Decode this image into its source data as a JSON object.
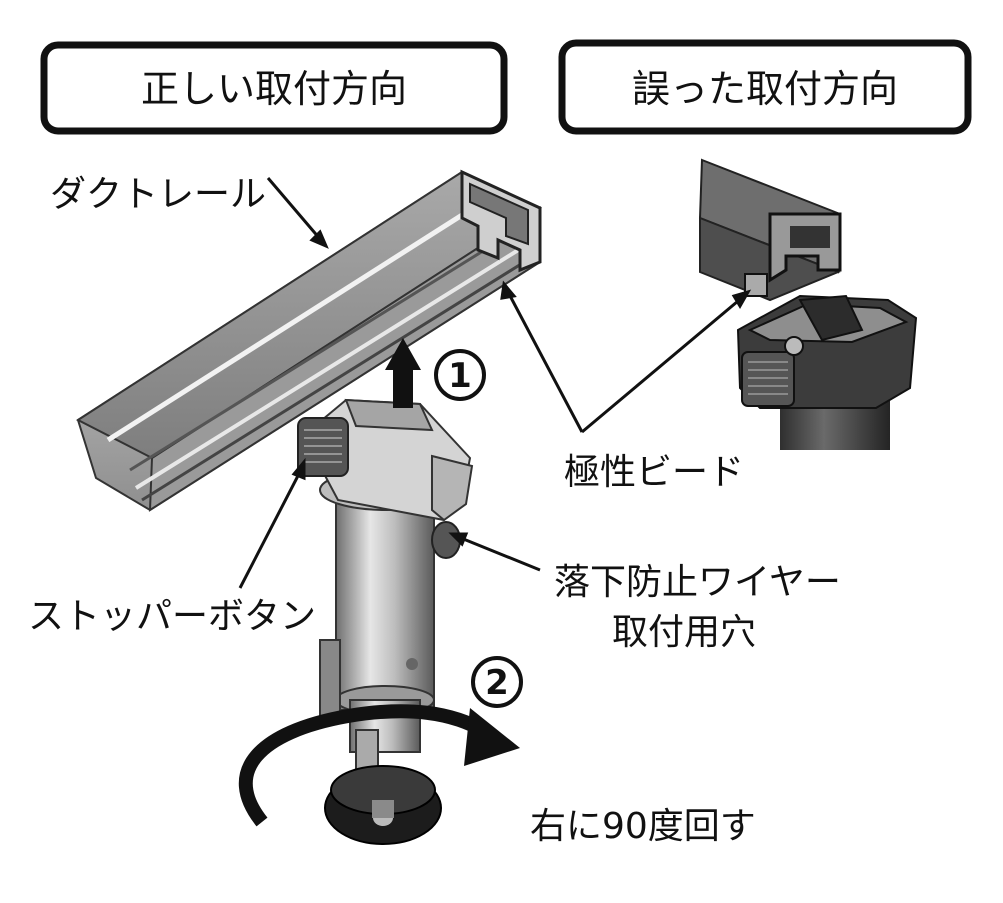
{
  "headers": {
    "correct": "正しい取付方向",
    "wrong": "誤った取付方向"
  },
  "labels": {
    "duct_rail": "ダクトレール",
    "polarity_bead": "極性ビード",
    "fall_wire_line1": "落下防止ワイヤー",
    "fall_wire_line2": "取付用穴",
    "stopper_button": "ストッパーボタン",
    "rotate": "右に90度回す"
  },
  "steps": {
    "step1": "1",
    "step2": "2"
  }
}
